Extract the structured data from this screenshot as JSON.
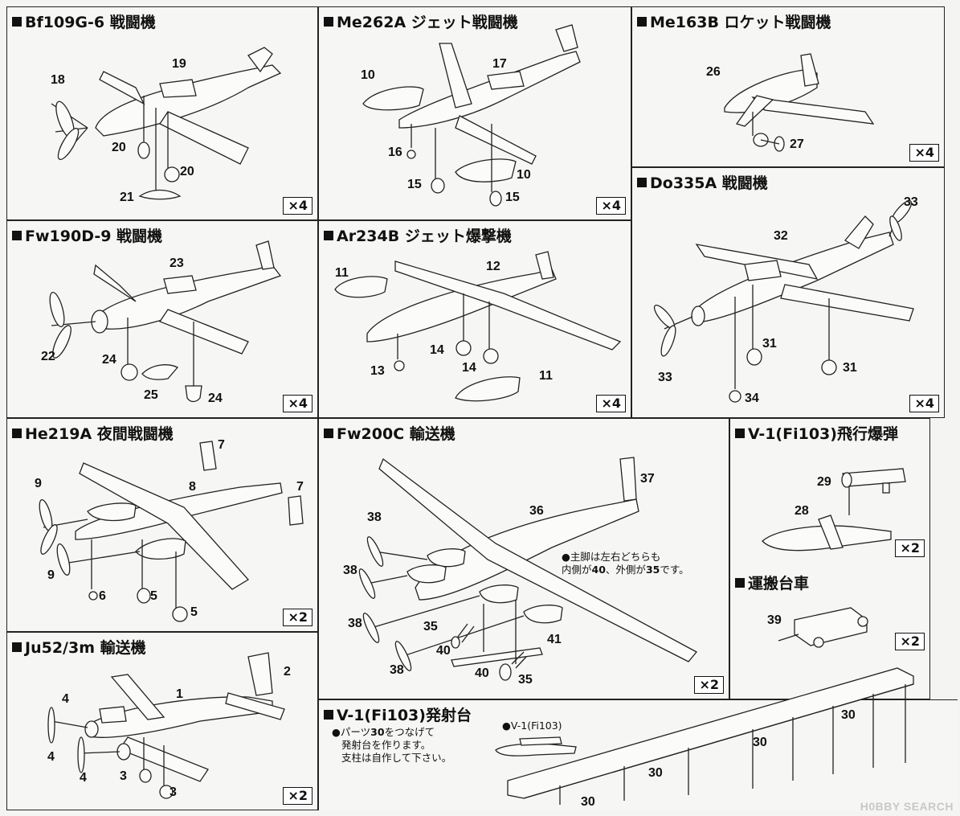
{
  "panels": {
    "bf109": {
      "title": "Bf109G-6 戦闘機",
      "mult": "×4",
      "parts": [
        "19",
        "18",
        "20",
        "20",
        "21"
      ]
    },
    "me262": {
      "title": "Me262A ジェット戦闘機",
      "mult": "×4",
      "parts": [
        "10",
        "17",
        "16",
        "15",
        "10",
        "15"
      ]
    },
    "me163": {
      "title": "Me163B ロケット戦闘機",
      "mult": "×4",
      "parts": [
        "26",
        "27"
      ]
    },
    "fw190": {
      "title": "Fw190D-9 戦闘機",
      "mult": "×4",
      "parts": [
        "23",
        "22",
        "24",
        "25",
        "24"
      ]
    },
    "ar234": {
      "title": "Ar234B ジェット爆撃機",
      "mult": "×4",
      "parts": [
        "11",
        "12",
        "14",
        "14",
        "13",
        "11"
      ]
    },
    "do335": {
      "title": "Do335A 戦闘機",
      "mult": "×4",
      "parts": [
        "33",
        "32",
        "31",
        "31",
        "33",
        "34"
      ]
    },
    "he219": {
      "title": "He219A 夜間戦闘機",
      "mult": "×2",
      "parts": [
        "7",
        "9",
        "8",
        "7",
        "9",
        "6",
        "5",
        "5"
      ]
    },
    "fw200": {
      "title": "Fw200C 輸送機",
      "mult": "×2",
      "parts": [
        "37",
        "36",
        "38",
        "38",
        "38",
        "38",
        "35",
        "40",
        "41",
        "40",
        "35"
      ],
      "note": {
        "line1": "●主脚は左右どちらも",
        "line2a": "内側が",
        "in": "40",
        "line2b": "、外側が",
        "out": "35",
        "line2c": "です。"
      }
    },
    "v1": {
      "title": "V-1(Fi103)飛行爆弾",
      "mult": "×2",
      "parts": [
        "29",
        "28"
      ]
    },
    "cart": {
      "title": "運搬台車",
      "mult": "×2",
      "parts": [
        "39"
      ]
    },
    "ju52": {
      "title": "Ju52/3m 輸送機",
      "mult": "×2",
      "parts": [
        "2",
        "1",
        "4",
        "4",
        "4",
        "3",
        "3"
      ]
    },
    "launcher": {
      "title": "V-1(Fi103)発射台",
      "label": "●V-1(Fi103)",
      "parts": [
        "30",
        "30",
        "30",
        "30"
      ],
      "note": {
        "pre": "●パーツ",
        "part": "30",
        "post": "をつなげて",
        "line2": "発射台を作ります。",
        "line3": "支柱は自作して下さい。"
      }
    }
  },
  "watermark": "H0BBY SEARCH"
}
